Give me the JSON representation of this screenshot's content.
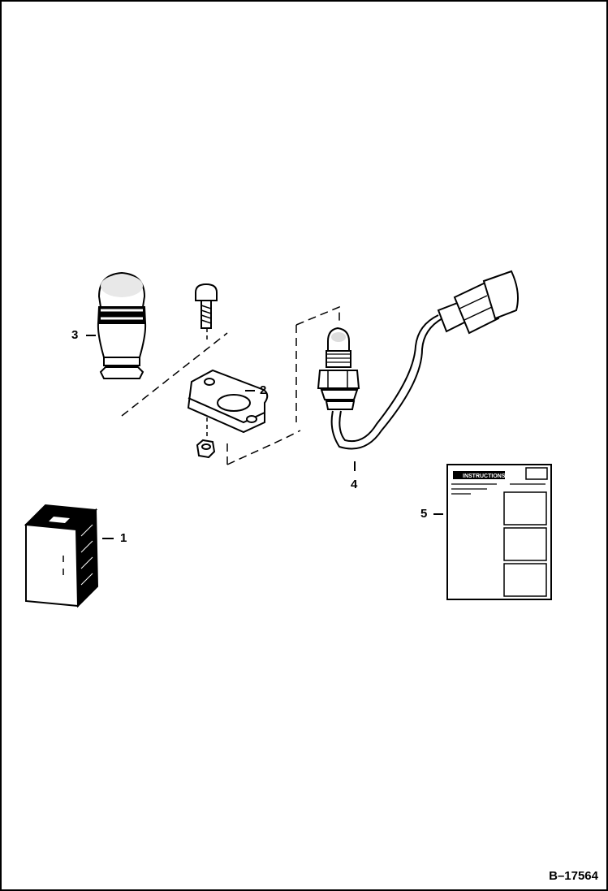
{
  "callouts": {
    "c1": "1",
    "c2": "2",
    "c3": "3",
    "c4": "4",
    "c5": "5"
  },
  "instruction_sheet": {
    "header": "INSTRUCTIONS"
  },
  "figure_id": "B–17564"
}
